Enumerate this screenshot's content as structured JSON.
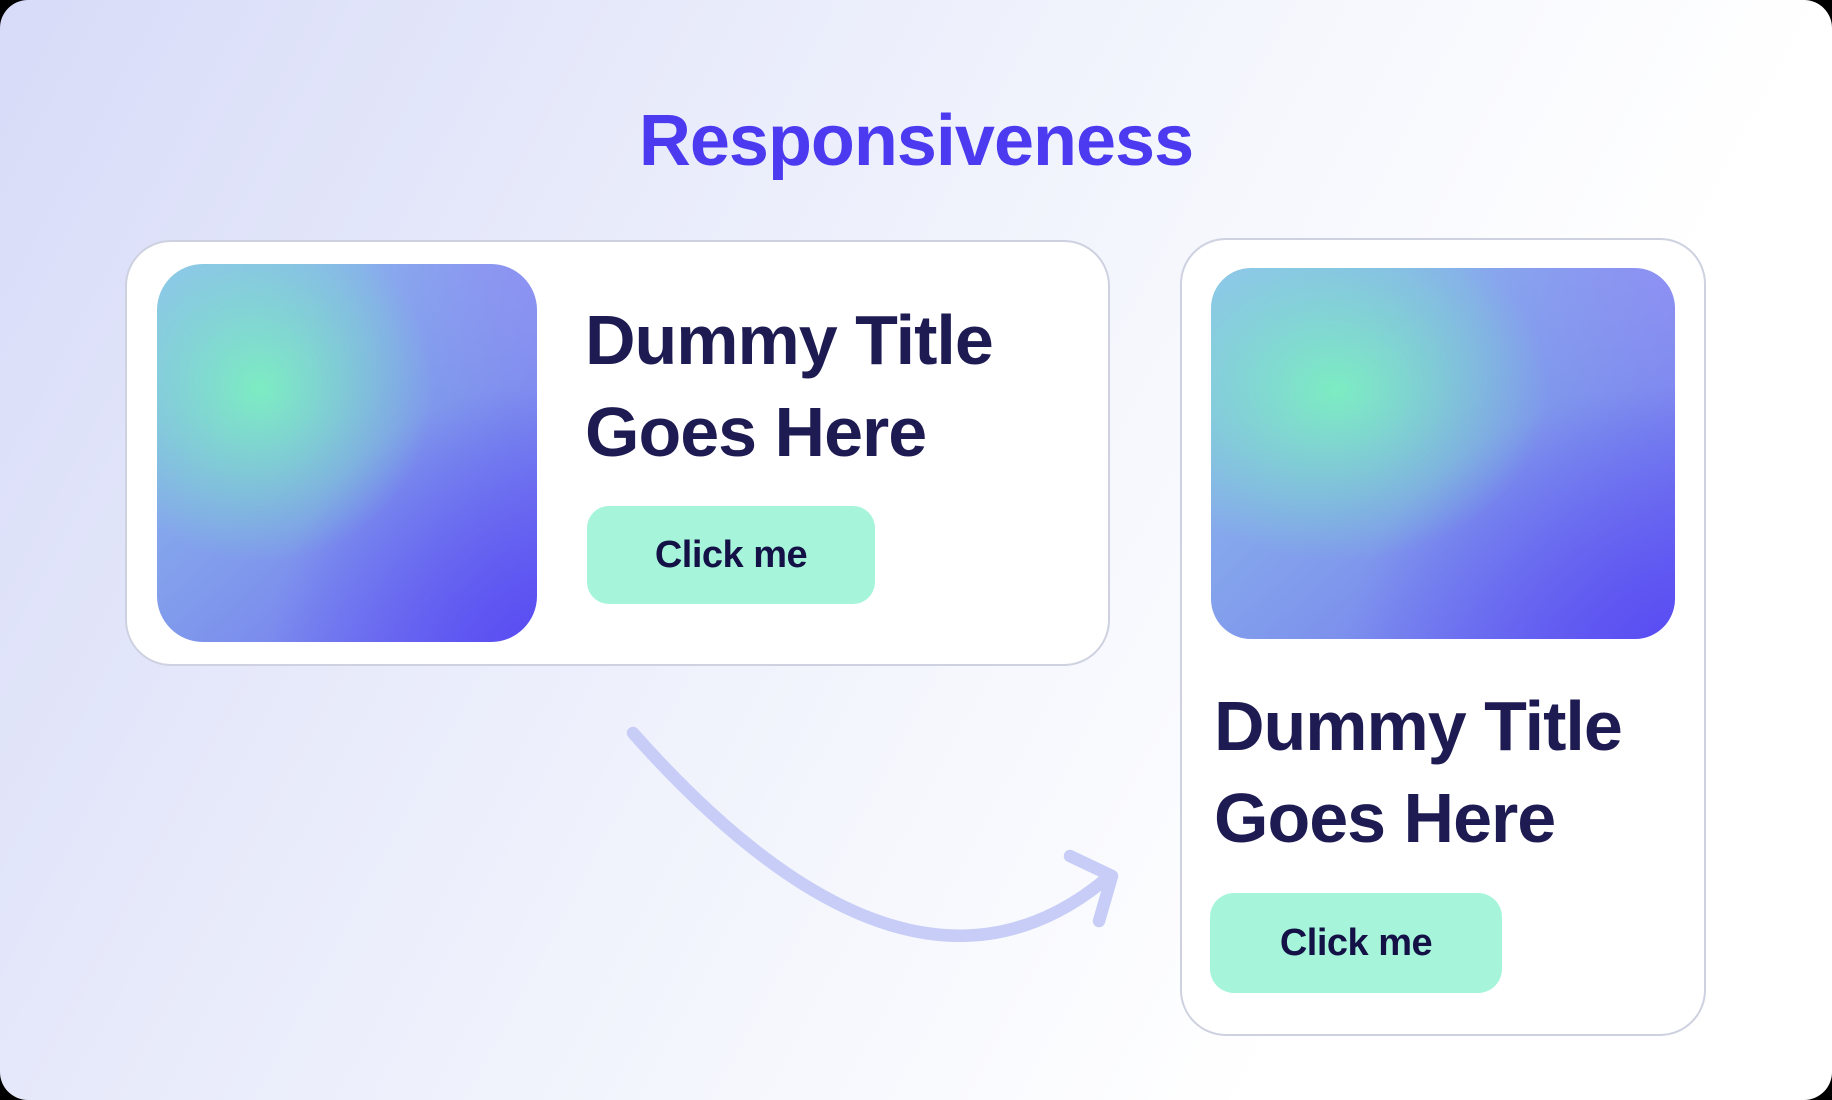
{
  "page": {
    "title": "Responsiveness"
  },
  "cards": [
    {
      "id": "card-horizontal",
      "layout": "horizontal",
      "title_line1": "Dummy Title",
      "title_line2": "Goes Here",
      "button_label": "Click me"
    },
    {
      "id": "card-vertical",
      "layout": "vertical",
      "title_line1": "Dummy Title",
      "title_line2": "Goes Here",
      "button_label": "Click me"
    }
  ],
  "colors": {
    "page_title_color": "#4c3af0",
    "card_title_color": "#1d1b52",
    "button_bg": "#a6f5db",
    "button_text": "#131145",
    "card_bg": "#ffffff",
    "card_border": "#cdd1e0",
    "arrow_color": "#c8cdf7",
    "bg_top": "#d7dbf8",
    "bg_bottom": "#ffffff",
    "thumb_mint": "#7cf0c0",
    "thumb_blue": "#90c4ed",
    "thumb_indigo": "#5446f2"
  }
}
